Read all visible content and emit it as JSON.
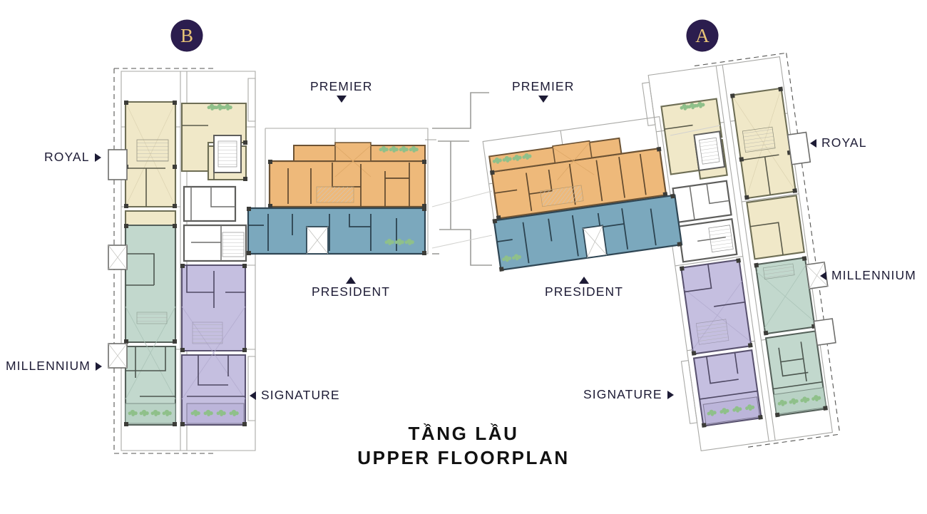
{
  "page": {
    "title_vi": "TẦNG LẦU",
    "title_en": "UPPER FLOORPLAN",
    "background": "#ffffff"
  },
  "towers": [
    {
      "id": "B",
      "badge_label": "B",
      "badge_fill": "#2b1d4e",
      "badge_text_color": "#e8c477"
    },
    {
      "id": "A",
      "badge_label": "A",
      "badge_fill": "#2b1d4e",
      "badge_text_color": "#e8c477"
    }
  ],
  "legend_zones": [
    {
      "key": "royal",
      "label": "ROYAL",
      "color": "#f0e8c8"
    },
    {
      "key": "premier",
      "label": "PREMIER",
      "color": "#eeb97a"
    },
    {
      "key": "president",
      "label": "PRESIDENT",
      "color": "#7ba8bd"
    },
    {
      "key": "millennium",
      "label": "MILLENNIUM",
      "color": "#c2d8cd"
    },
    {
      "key": "signature",
      "label": "SIGNATURE",
      "color": "#c5bfe0"
    }
  ],
  "labels": {
    "tower_b": {
      "royal": {
        "text": "ROYAL",
        "arrow": "right"
      },
      "millennium": {
        "text": "MILLENNIUM",
        "arrow": "right"
      },
      "signature": {
        "text": "SIGNATURE",
        "arrow": "left"
      },
      "premier": {
        "text": "PREMIER",
        "arrow": "down"
      },
      "president": {
        "text": "PRESIDENT",
        "arrow": "up"
      }
    },
    "tower_a": {
      "royal": {
        "text": "ROYAL",
        "arrow": "left"
      },
      "millennium": {
        "text": "MILLENNIUM",
        "arrow": "left"
      },
      "signature": {
        "text": "SIGNATURE",
        "arrow": "right"
      },
      "premier": {
        "text": "PREMIER",
        "arrow": "down"
      },
      "president": {
        "text": "PRESIDENT",
        "arrow": "up"
      }
    }
  },
  "colors": {
    "label_text": "#1d1b35",
    "title_text": "#111111",
    "wall_dark": "#4a4a48",
    "wall_mid": "#6e6e6c",
    "wall_light": "#b9b9b7",
    "outline_thin": "#9a9a98",
    "dashed_boundary": "#555553",
    "planting_green": "#8fc08a"
  }
}
